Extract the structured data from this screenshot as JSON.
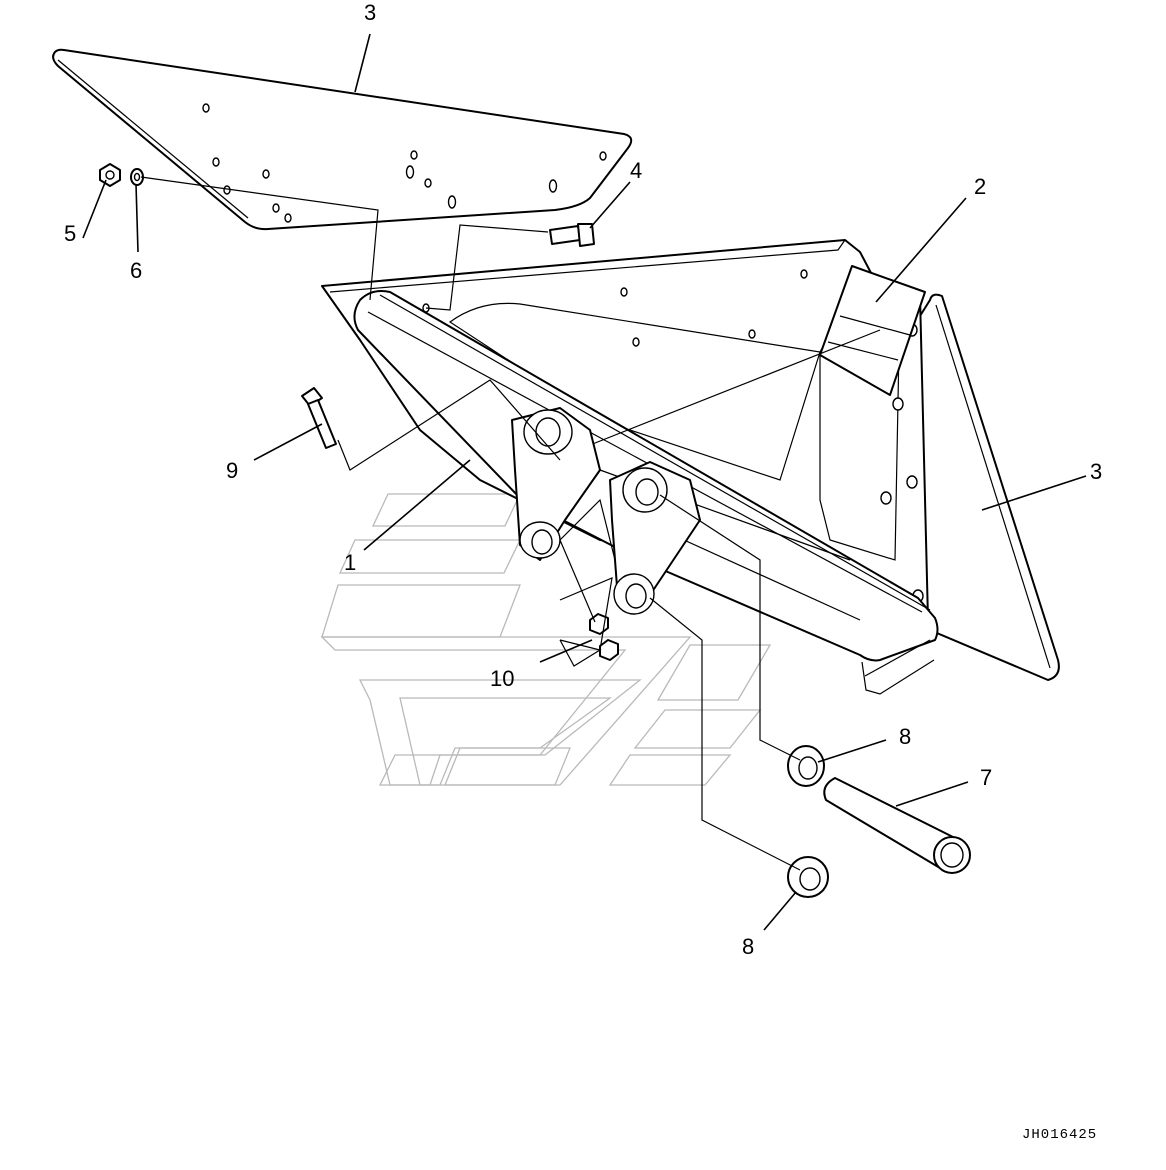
{
  "drawing_code": "JH016425",
  "callouts": [
    {
      "id": "c3-top",
      "text": "3"
    },
    {
      "id": "c4",
      "text": "4"
    },
    {
      "id": "c5",
      "text": "5"
    },
    {
      "id": "c6",
      "text": "6"
    },
    {
      "id": "c2",
      "text": "2"
    },
    {
      "id": "c3-right",
      "text": "3"
    },
    {
      "id": "c9",
      "text": "9"
    },
    {
      "id": "c1",
      "text": "1"
    },
    {
      "id": "c10",
      "text": "10"
    },
    {
      "id": "c8-upper",
      "text": "8"
    },
    {
      "id": "c7",
      "text": "7"
    },
    {
      "id": "c8-lower",
      "text": "8"
    }
  ],
  "colors": {
    "line": "#000000",
    "watermark": "#b9b9b9",
    "background": "#ffffff"
  }
}
